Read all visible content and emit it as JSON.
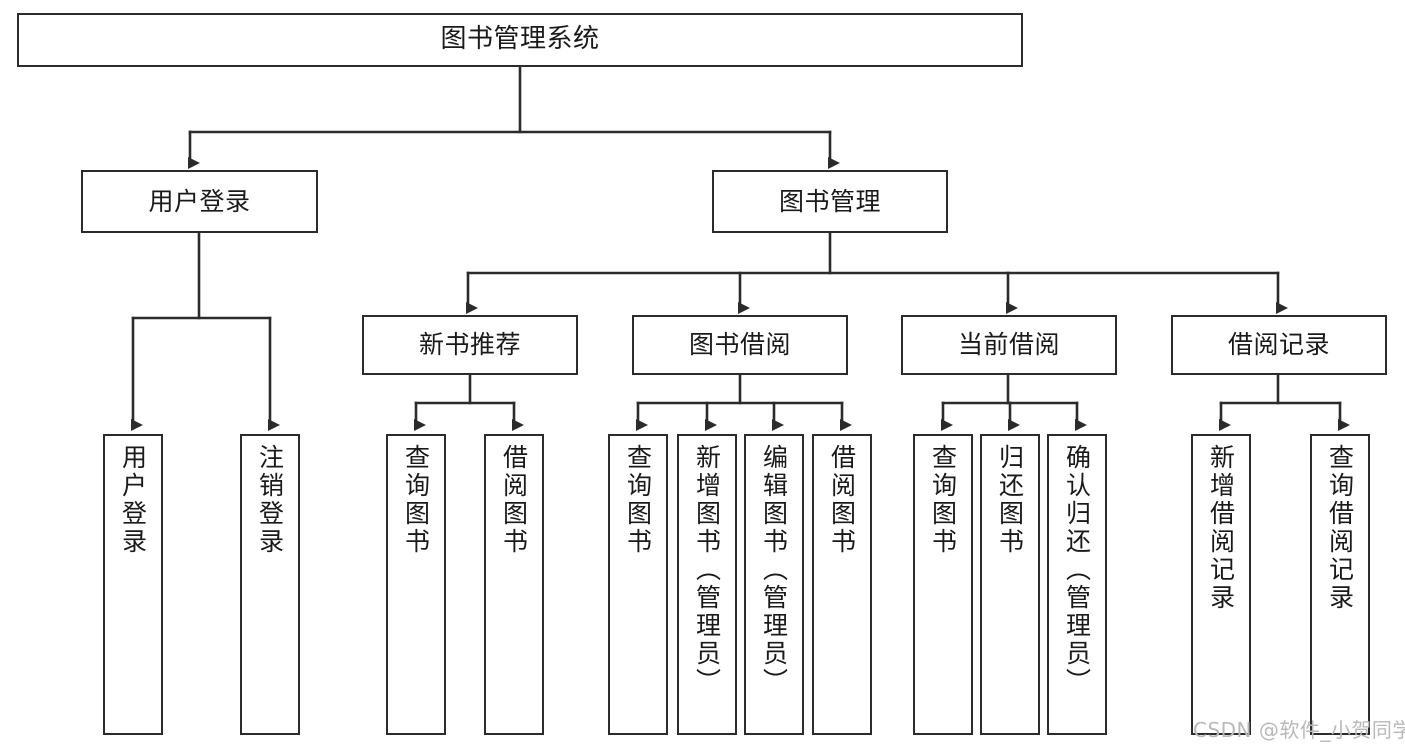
{
  "diagram": {
    "title": "图书管理系统",
    "type": "tree-hierarchy-chart",
    "orientation": "top-down",
    "colors": {
      "box_border": "#2b2b2b",
      "box_fill": "#ffffff",
      "connector": "#2b2b2b",
      "text": "#1a1a1a",
      "watermark": "#b9b9b9",
      "background": "#ffffff"
    },
    "root": {
      "label": "图书管理系统"
    },
    "level2": [
      {
        "label": "用户登录"
      },
      {
        "label": "图书管理"
      }
    ],
    "level3": [
      {
        "label": "新书推荐"
      },
      {
        "label": "图书借阅"
      },
      {
        "label": "当前借阅"
      },
      {
        "label": "借阅记录"
      }
    ],
    "leaves": {
      "user_login": [
        {
          "label": "用户登录"
        },
        {
          "label": "注销登录"
        }
      ],
      "new_book_recommend": [
        {
          "label": "查询图书"
        },
        {
          "label": "借阅图书"
        }
      ],
      "book_borrow": [
        {
          "label": "查询图书"
        },
        {
          "label": "新增图书（管理员）"
        },
        {
          "label": "编辑图书（管理员）"
        },
        {
          "label": "借阅图书"
        }
      ],
      "current_borrow": [
        {
          "label": "查询图书"
        },
        {
          "label": "归还图书"
        },
        {
          "label": "确认归还（管理员）"
        }
      ],
      "borrow_record": [
        {
          "label": "新增借阅记录"
        },
        {
          "label": "查询借阅记录"
        }
      ]
    },
    "watermark": "CSDN @软件_小贺同学"
  }
}
